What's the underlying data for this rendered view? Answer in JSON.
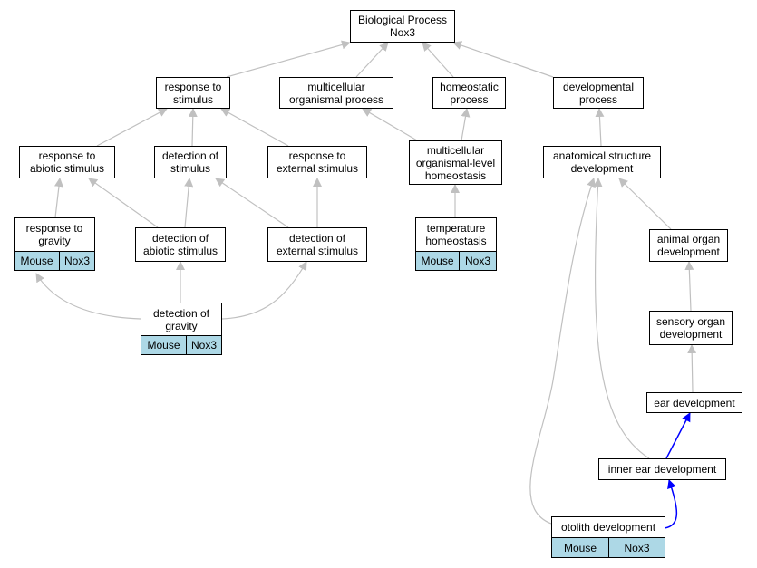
{
  "colors": {
    "edge_default": "#c0c0c0",
    "edge_highlight": "#0000ff",
    "tag_fill": "#add8e6"
  },
  "nodes": {
    "root": "Biological Process\nNox3",
    "response_to_stimulus": "response to\nstimulus",
    "multicellular_organismal_process": "multicellular\norganismal process",
    "homeostatic_process": "homeostatic\nprocess",
    "developmental_process": "developmental\nprocess",
    "response_to_abiotic_stimulus": "response to\nabiotic stimulus",
    "detection_of_stimulus": "detection of\nstimulus",
    "response_to_external_stimulus": "response to\nexternal stimulus",
    "multicellular_organismal_level_homeostasis": "multicellular\norganismal-level\nhomeostasis",
    "anatomical_structure_development": "anatomical structure\ndevelopment",
    "response_to_gravity": "response to\ngravity",
    "detection_of_abiotic_stimulus": "detection of\nabiotic stimulus",
    "detection_of_external_stimulus": "detection of\nexternal stimulus",
    "temperature_homeostasis": "temperature\nhomeostasis",
    "animal_organ_development": "animal organ\ndevelopment",
    "detection_of_gravity": "detection of\ngravity",
    "sensory_organ_development": "sensory organ\ndevelopment",
    "ear_development": "ear development",
    "inner_ear_development": "inner ear development",
    "otolith_development": "otolith development"
  },
  "annotations": {
    "response_to_gravity": {
      "organism": "Mouse",
      "gene": "Nox3"
    },
    "temperature_homeostasis": {
      "organism": "Mouse",
      "gene": "Nox3"
    },
    "detection_of_gravity": {
      "organism": "Mouse",
      "gene": "Nox3"
    },
    "otolith_development": {
      "organism": "Mouse",
      "gene": "Nox3"
    }
  }
}
